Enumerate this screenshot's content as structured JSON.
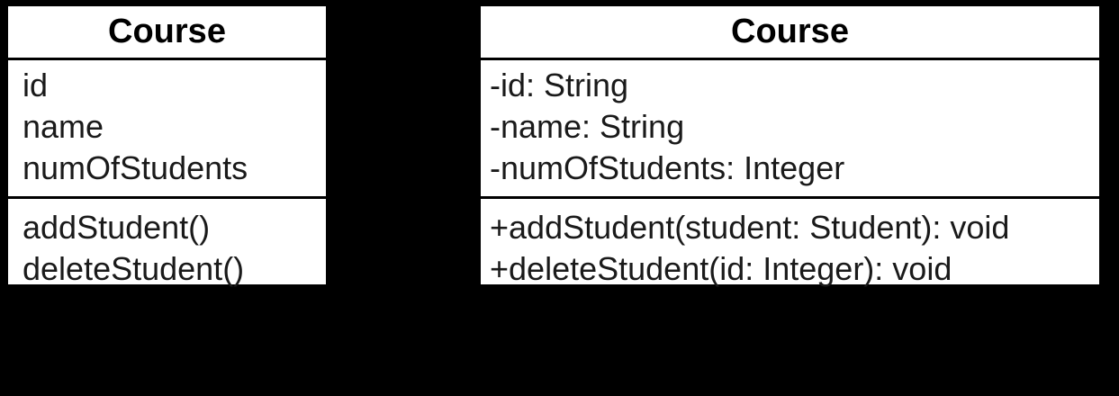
{
  "canvas": {
    "background_color": "#000000",
    "box_fill_color": "#ffffff",
    "line_color": "#000000",
    "text_color": "#1a1a1a"
  },
  "diagrams": [
    {
      "id": "course-class-simple",
      "title": "Course",
      "attributes": [
        "id",
        "name",
        "numOfStudents"
      ],
      "methods": [
        "addStudent()",
        "deleteStudent()"
      ]
    },
    {
      "id": "course-class-detailed",
      "title": "Course",
      "attributes": [
        "-id: String",
        "-name: String",
        "-numOfStudents: Integer"
      ],
      "methods": [
        "+addStudent(student: Student): void",
        "+deleteStudent(id: Integer): void"
      ]
    }
  ]
}
